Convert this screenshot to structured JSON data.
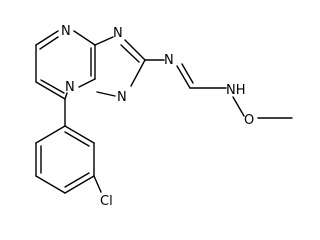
{
  "molecule": {
    "atom_labels": {
      "n_pyrimidine": "N",
      "n_triazole_top": "N",
      "n_bridgehead": "N",
      "n_triazole_bottom": "N",
      "n_imine": "N",
      "nh": "NH",
      "o": "O",
      "cl": "Cl"
    }
  }
}
